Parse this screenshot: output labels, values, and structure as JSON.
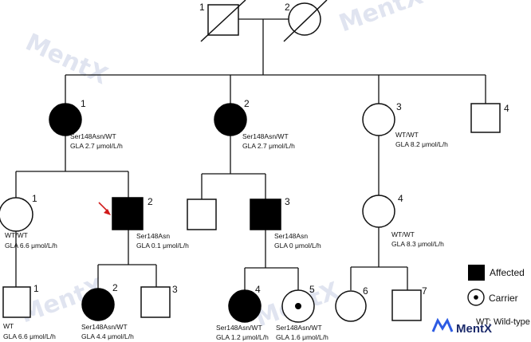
{
  "watermark": {
    "brand": "MentX"
  },
  "generation_I": [
    {
      "id": "I-1",
      "number": "1",
      "sex": "male",
      "deceased": true
    },
    {
      "id": "I-2",
      "number": "2",
      "sex": "female",
      "deceased": true
    }
  ],
  "generation_II": [
    {
      "id": "II-1",
      "number": "1",
      "sex": "female",
      "affected": true,
      "genotype": "Ser148Asn/WT",
      "gla": "GLA 2.7 μmol/L/h"
    },
    {
      "id": "II-2",
      "number": "2",
      "sex": "female",
      "affected": true,
      "genotype": "Ser148Asn/WT",
      "gla": "GLA 2.7 μmol/L/h"
    },
    {
      "id": "II-3",
      "number": "3",
      "sex": "female",
      "affected": false,
      "genotype": "WT/WT",
      "gla": "GLA 8.2 μmol/L/h"
    },
    {
      "id": "II-4",
      "number": "4",
      "sex": "male",
      "affected": false
    }
  ],
  "generation_III": [
    {
      "id": "III-1",
      "number": "1",
      "sex": "female",
      "affected": false,
      "genotype": "WT/WT",
      "gla": "GLA 6.6 μmol/L/h"
    },
    {
      "id": "III-2",
      "number": "2",
      "sex": "male",
      "affected": true,
      "proband": true,
      "genotype": "Ser148Asn",
      "gla": "GLA 0.1 μmol/L/h"
    },
    {
      "id": "III-u",
      "number": "",
      "sex": "male",
      "affected": false
    },
    {
      "id": "III-3",
      "number": "3",
      "sex": "male",
      "affected": true,
      "genotype": "Ser148Asn",
      "gla": "GLA 0 μmol/L/h"
    },
    {
      "id": "III-4",
      "number": "4",
      "sex": "female",
      "affected": false,
      "genotype": "WT/WT",
      "gla": "GLA 8.3 μmol/L/h"
    }
  ],
  "generation_IV": [
    {
      "id": "IV-1",
      "number": "1",
      "sex": "male",
      "affected": false,
      "genotype": "WT",
      "gla": "GLA 6.6 μmol/L/h"
    },
    {
      "id": "IV-2",
      "number": "2",
      "sex": "female",
      "affected": true,
      "genotype": "Ser148Asn/WT",
      "gla": "GLA 4.4 μmol/L/h"
    },
    {
      "id": "IV-3",
      "number": "3",
      "sex": "male",
      "affected": false
    },
    {
      "id": "IV-4",
      "number": "4",
      "sex": "female",
      "affected": true,
      "genotype": "Ser148Asn/WT",
      "gla": "GLA 1.2 μmol/L/h"
    },
    {
      "id": "IV-5",
      "number": "5",
      "sex": "female",
      "carrier": true,
      "genotype": "Ser148Asn/WT",
      "gla": "GLA 1.6 μmol/L/h"
    },
    {
      "id": "IV-6",
      "number": "6",
      "sex": "female",
      "affected": false
    },
    {
      "id": "IV-7",
      "number": "7",
      "sex": "male",
      "affected": false
    }
  ],
  "legend": {
    "affected": "Affected",
    "carrier": "Carrier",
    "wild_type": "WT: Wild-type"
  },
  "colors": {
    "line": "#111111",
    "fill_affected": "#000000",
    "proband_arrow": "#d11a1a",
    "watermark": "#c8cfe4"
  }
}
